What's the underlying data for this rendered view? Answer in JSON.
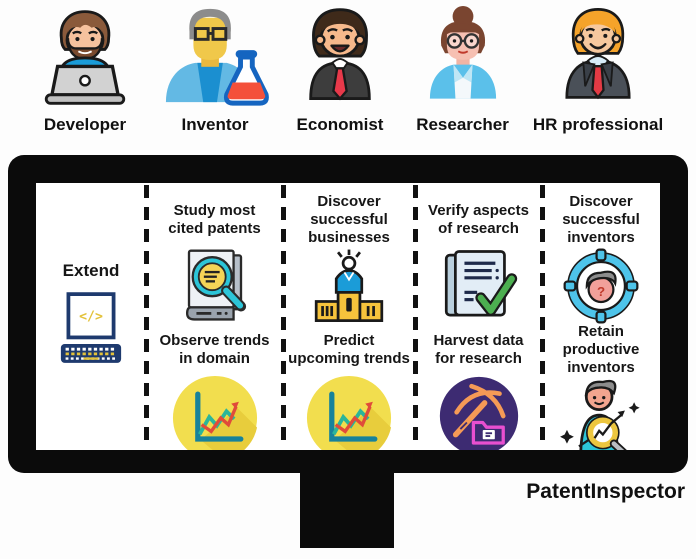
{
  "personas": [
    {
      "id": "developer",
      "label": "Developer",
      "icon": "developer-avatar-icon"
    },
    {
      "id": "inventor",
      "label": "Inventor",
      "icon": "inventor-flask-avatar-icon"
    },
    {
      "id": "economist",
      "label": "Economist",
      "icon": "economist-suit-avatar-icon"
    },
    {
      "id": "researcher",
      "label": "Researcher",
      "icon": "researcher-glasses-avatar-icon"
    },
    {
      "id": "hr-professional",
      "label": "HR professional",
      "icon": "hr-professional-avatar-icon"
    }
  ],
  "monitor": {
    "columns": [
      {
        "top": "Extend",
        "icons": [
          "code-terminal-keyboard-icon"
        ]
      },
      {
        "top": "Study most cited patents",
        "bottom": "Observe trends in domain",
        "icons": [
          "document-magnifier-icon",
          "trend-line-chart-icon"
        ]
      },
      {
        "top": "Discover successful businesses",
        "bottom": "Predict upcoming trends",
        "icons": [
          "winner-podium-icon",
          "trend-line-chart-icon"
        ]
      },
      {
        "top": "Verify aspects of research",
        "bottom": "Harvest data for research",
        "icons": [
          "checklist-checkmark-icon",
          "data-mining-pickaxe-icon"
        ]
      },
      {
        "top": "Discover successful inventors",
        "bottom": "Retain productive inventors",
        "icons": [
          "person-target-question-icon",
          "person-growth-magnifier-icon"
        ]
      }
    ]
  },
  "brand": {
    "name": "PatentInspector"
  },
  "colors": {
    "monitor_frame": "#0b0b0b",
    "highlight_yellow": "#f2de4e",
    "deep_purple": "#3d2b72",
    "teal": "#2cc5d8",
    "navy": "#1e3a6e",
    "chart_red": "#e04b3a",
    "chart_teal": "#2bb59a",
    "check_green": "#4caf50",
    "folder_pink": "#e84fd0",
    "pickaxe_orange": "#f59a56",
    "target_blue": "#4ec4ea"
  }
}
